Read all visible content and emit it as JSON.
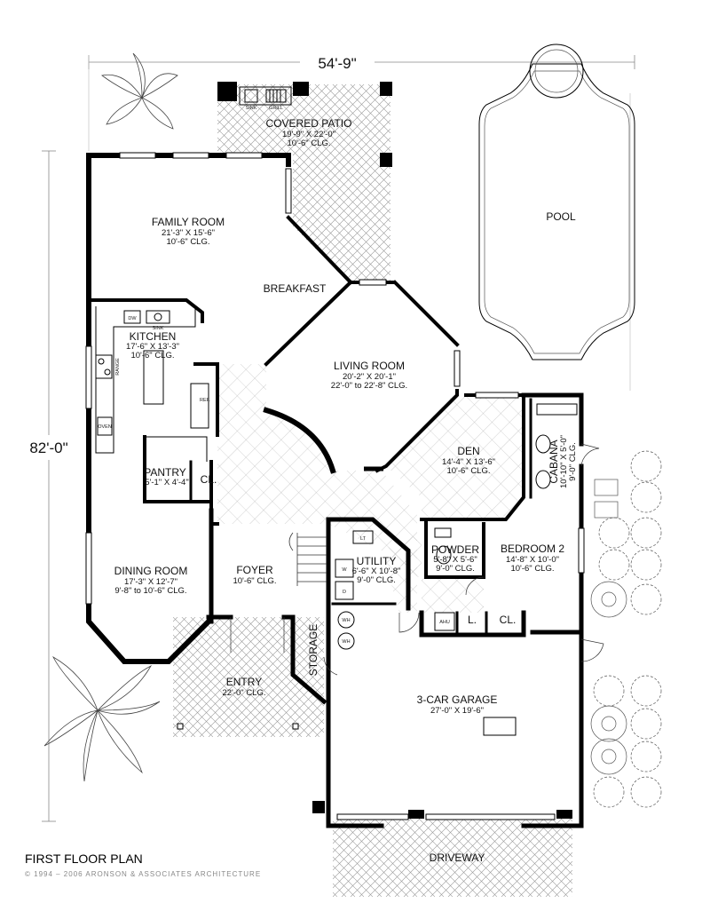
{
  "plan": {
    "title": "FIRST FLOOR PLAN",
    "copyright": "© 1994 – 2006 ARONSON & ASSOCIATES ARCHITECTURE",
    "width_dim": "54'-9\"",
    "depth_dim": "82'-0\"",
    "rooms": {
      "covered_patio": {
        "name": "COVERED PATIO",
        "size": "19'-9\" X 22'-0\"",
        "ceiling": "10'-6\" CLG."
      },
      "family_room": {
        "name": "FAMILY ROOM",
        "size": "21'-3\" X 15'-6\"",
        "ceiling": "10'-6\" CLG."
      },
      "breakfast": {
        "name": "BREAKFAST"
      },
      "kitchen": {
        "name": "KITCHEN",
        "size": "17'-6\" X 13'-3\"",
        "ceiling": "10'-6\" CLG."
      },
      "living_room": {
        "name": "LIVING ROOM",
        "size": "20'-2\" X 20'-1\"",
        "ceiling": "22'-0\" to 22'-8\" CLG."
      },
      "den": {
        "name": "DEN",
        "size": "14'-4\" X 13'-6\"",
        "ceiling": "10'-6\" CLG."
      },
      "cabana": {
        "name": "CABANA",
        "size": "10'-10\" X 5'-0\"",
        "ceiling": "9'-0\" CLG."
      },
      "pantry": {
        "name": "PANTRY",
        "size": "5'-1\" X 4'-4\""
      },
      "closet_pantry": {
        "name": "CL."
      },
      "dining_room": {
        "name": "DINING ROOM",
        "size": "17'-3\" X 12'-7\"",
        "ceiling": "9'-8\" to 10'-6\" CLG."
      },
      "foyer": {
        "name": "FOYER",
        "ceiling": "10'-6\" CLG."
      },
      "utility": {
        "name": "UTILITY",
        "size": "6'-6\" X 10'-8\"",
        "ceiling": "9'-0\" CLG."
      },
      "powder": {
        "name": "POWDER",
        "size": "5'-8\" X 5'-6\"",
        "ceiling": "9'-0\" CLG."
      },
      "bedroom_2": {
        "name": "BEDROOM 2",
        "size": "14'-8\" X 10'-0\"",
        "ceiling": "10'-6\" CLG."
      },
      "entry": {
        "name": "ENTRY",
        "ceiling": "22'-0\" CLG."
      },
      "storage": {
        "name": "STORAGE"
      },
      "garage": {
        "name": "3-CAR GARAGE",
        "size": "27'-0\" X 19'-6\""
      },
      "driveway": {
        "name": "DRIVEWAY"
      },
      "pool": {
        "name": "POOL"
      }
    },
    "fixtures": {
      "sink_patio": "SINK",
      "grill": "GRILL",
      "dw": "DW",
      "sink_kitchen": "SINK",
      "range": "RANGE",
      "oven": "OVEN",
      "ref": "REF.",
      "lt": "LT",
      "washer": "W",
      "dryer": "D",
      "wh1": "WH",
      "wh2": "WH",
      "ahu": "AHU",
      "linen": "L.",
      "closet": "CL."
    }
  }
}
